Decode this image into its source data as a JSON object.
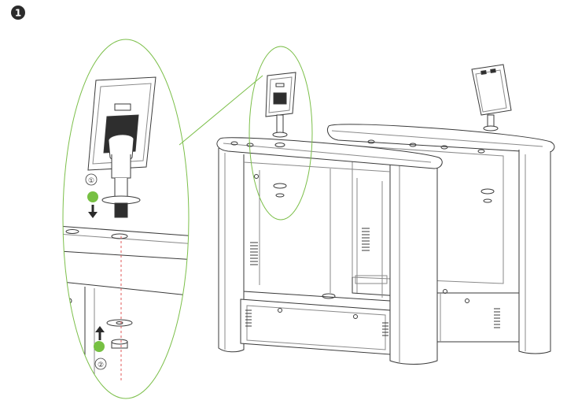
{
  "step_number": "1",
  "callouts": [
    {
      "label": "①",
      "direction": "down"
    },
    {
      "label": "②",
      "direction": "up"
    }
  ],
  "colors": {
    "line": "#3a3a3a",
    "outline_light": "#8a8a8a",
    "zoom_outline": "#7cbf4a",
    "marker_green": "#77c043",
    "guide_red": "#e05a5a",
    "screen_dark": "#2e2e2e",
    "badge": "#2b2b2b"
  },
  "icons": [
    "circled-number-icon",
    "down-arrow-icon",
    "up-arrow-icon"
  ]
}
